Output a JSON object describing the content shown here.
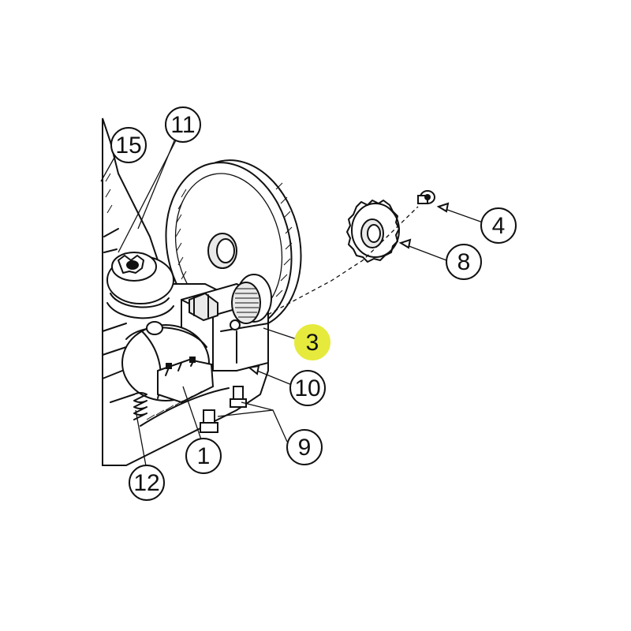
{
  "diagram": {
    "highlight_color": "#e6ea3c",
    "highlight_text_color": "#2f8a4a",
    "callouts": [
      {
        "id": "15",
        "label": "15"
      },
      {
        "id": "11",
        "label": "11"
      },
      {
        "id": "4",
        "label": "4"
      },
      {
        "id": "8",
        "label": "8"
      },
      {
        "id": "3",
        "label": "3",
        "highlighted": true
      },
      {
        "id": "10",
        "label": "10"
      },
      {
        "id": "9",
        "label": "9"
      },
      {
        "id": "1",
        "label": "1"
      },
      {
        "id": "12",
        "label": "12"
      }
    ]
  }
}
